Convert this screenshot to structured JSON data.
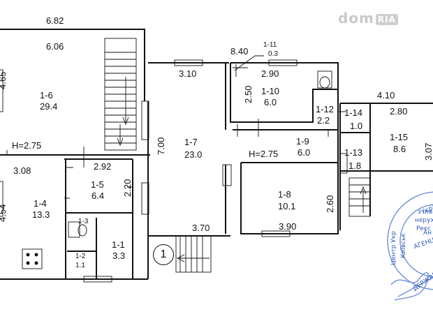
{
  "watermark": {
    "left": "dom",
    "right": "RIA"
  },
  "rooms": [
    {
      "id": "1-6",
      "area": "29.4"
    },
    {
      "id": "1-7",
      "area": "23.0"
    },
    {
      "id": "1-10",
      "area": "6.0"
    },
    {
      "id": "1-11",
      "area": "0.3"
    },
    {
      "id": "1-12",
      "area": "2.2"
    },
    {
      "id": "1-9",
      "area": "6.0"
    },
    {
      "id": "1-14",
      "area": "1.0"
    },
    {
      "id": "1-13",
      "area": "1.8"
    },
    {
      "id": "1-15",
      "area": "8.6"
    },
    {
      "id": "1-8",
      "area": "10.1"
    },
    {
      "id": "1-4",
      "area": "13.3"
    },
    {
      "id": "1-5",
      "area": "6.4"
    },
    {
      "id": "1-3",
      "area": ""
    },
    {
      "id": "1-2",
      "area": "1.1"
    },
    {
      "id": "1-1",
      "area": "3.3"
    }
  ],
  "dimensions": [
    "6.82",
    "6.06",
    "8.40",
    "3.10",
    "2.90",
    "2.50",
    "4.10",
    "2.80",
    "3.07",
    "7.00",
    "2.92",
    "3.08",
    "2.20",
    "2.60",
    "3.70",
    "3.90",
    "4.65",
    "4.54"
  ],
  "heights": [
    "H=2.75",
    "H=2.75"
  ],
  "entrance": "1",
  "stamp": {
    "lines": [
      "з інв",
      "нерух",
      "Реєс",
      "АГЕНЦІ",
      "Київськ",
      "ДЕРЖАВНА",
      "Центр Укр",
      "Українсько",
      "Ан"
    ]
  }
}
